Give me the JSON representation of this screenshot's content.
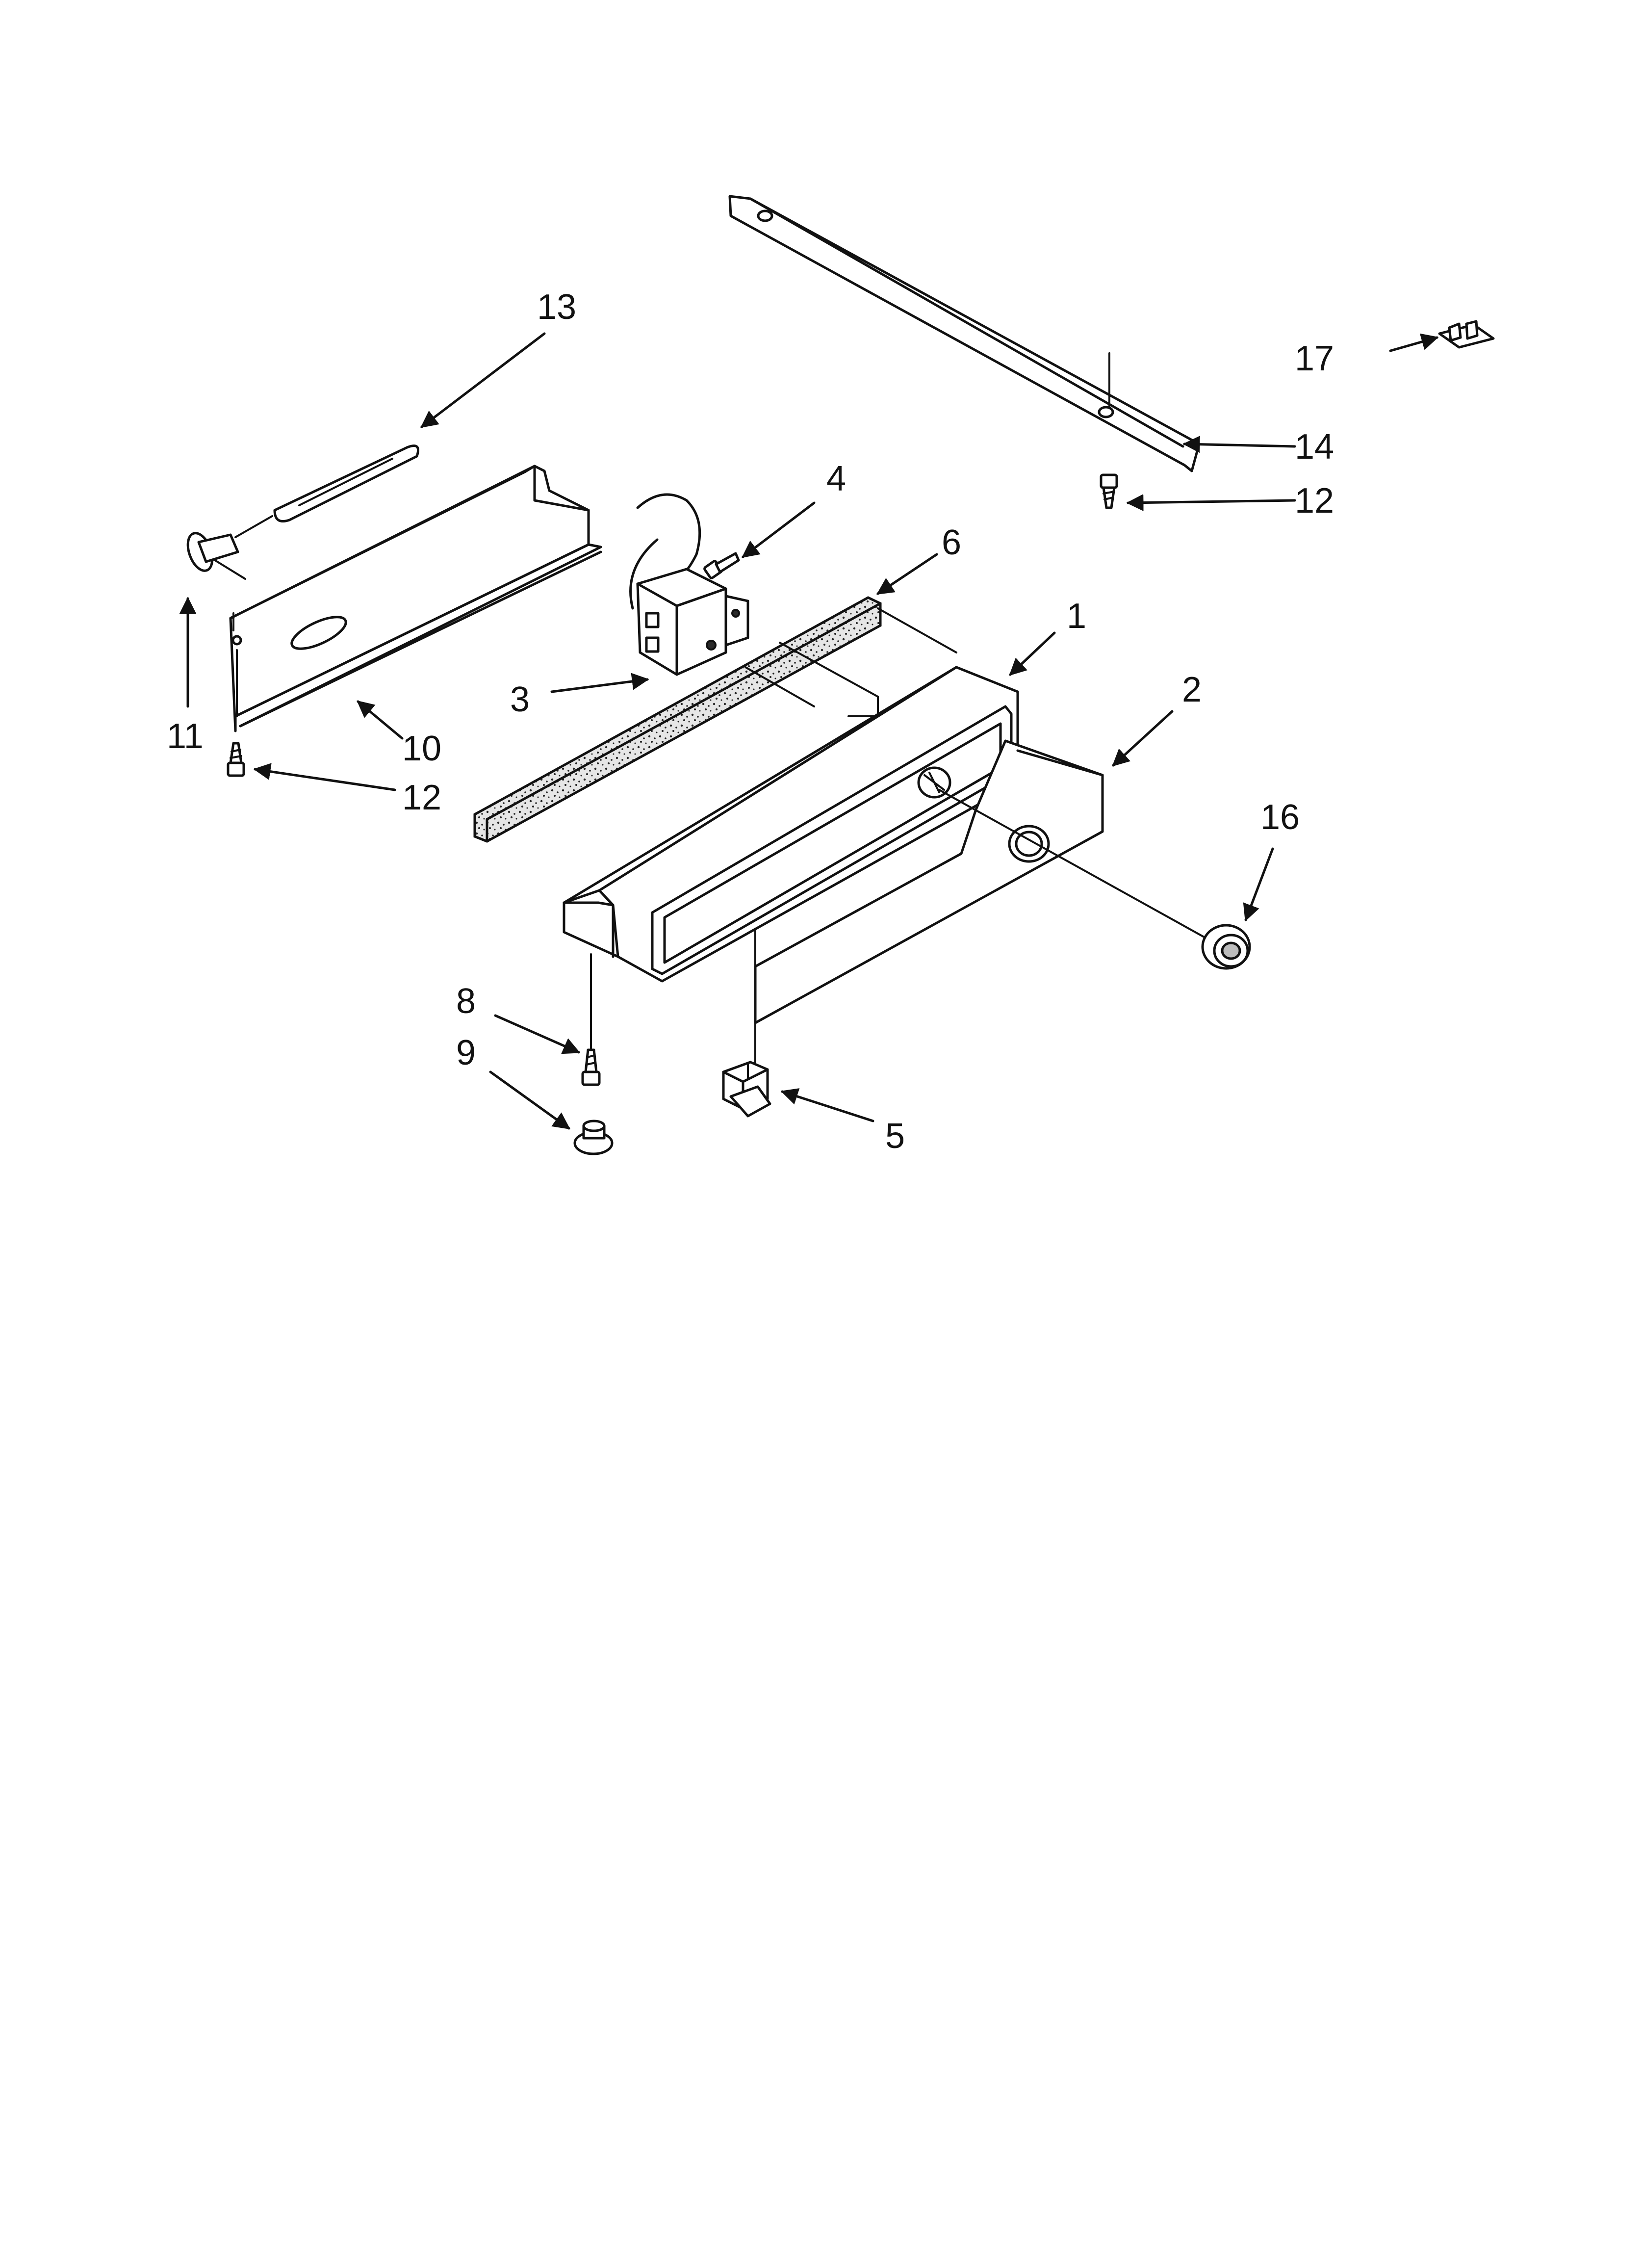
{
  "callouts": {
    "c1": "1",
    "c2": "2",
    "c3": "3",
    "c4": "4",
    "c5": "5",
    "c6": "6",
    "c8": "8",
    "c9": "9",
    "c10": "10",
    "c11": "11",
    "c12a": "12",
    "c12b": "12",
    "c13": "13",
    "c14": "14",
    "c16": "16",
    "c17": "17"
  }
}
